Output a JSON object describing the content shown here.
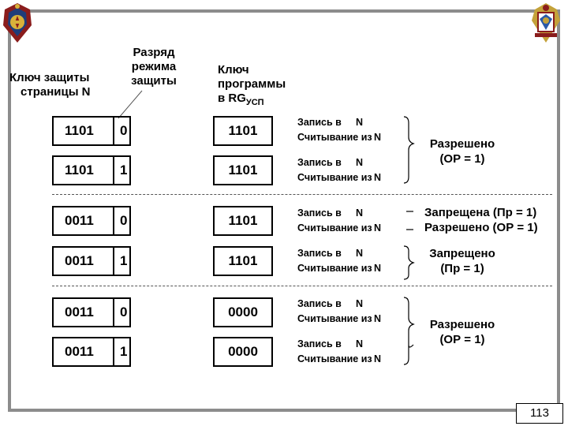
{
  "headers": {
    "page_key": [
      "Ключ  защиты",
      "страницы   N"
    ],
    "mode_bit": [
      "Разряд",
      "режима",
      "защиты"
    ],
    "program_key": [
      "Ключ",
      "программы",
      "в  RG"
    ],
    "program_key_subscript": "УСП"
  },
  "operations": {
    "write": "Запись  в",
    "read": "Считывание  из",
    "n": "N"
  },
  "rows": [
    {
      "page_code": "1101",
      "mode_bit": "0",
      "program_key": "1101"
    },
    {
      "page_code": "1101",
      "mode_bit": "1",
      "program_key": "1101"
    },
    {
      "page_code": "0011",
      "mode_bit": "0",
      "program_key": "1101"
    },
    {
      "page_code": "0011",
      "mode_bit": "1",
      "program_key": "1101"
    },
    {
      "page_code": "0011",
      "mode_bit": "0",
      "program_key": "0000"
    },
    {
      "page_code": "0011",
      "mode_bit": "1",
      "program_key": "0000"
    }
  ],
  "results": {
    "group1": [
      "Разрешено",
      "(ОР = 1)"
    ],
    "group2_write": "Запрещена  (Пр = 1)",
    "group2_read": "Разрешено  (ОР = 1)",
    "group2b": [
      "Запрещено",
      "(Пр = 1)"
    ],
    "group3": [
      "Разрешено",
      "(ОР = 1)"
    ]
  },
  "page_number": "113"
}
